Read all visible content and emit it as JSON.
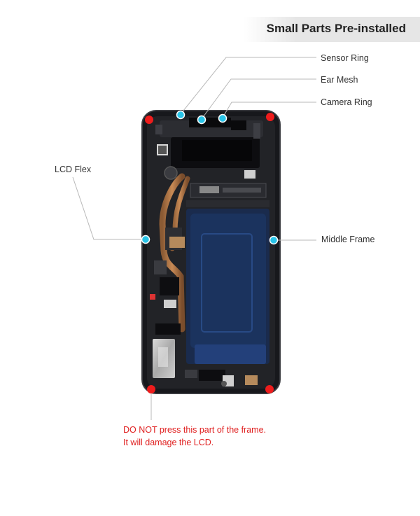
{
  "header": {
    "title": "Small Parts Pre-installed"
  },
  "callouts": {
    "sensor_ring": "Sensor Ring",
    "ear_mesh": "Ear Mesh",
    "camera_ring": "Camera Ring",
    "lcd_flex": "LCD Flex",
    "middle_frame": "Middle Frame"
  },
  "warning": {
    "line1": "DO NOT press this part of the frame.",
    "line2": "It will damage the LCD."
  },
  "colors": {
    "warning_dot": "#ee1c1c",
    "callout_dot": "#29c4e8",
    "warning_text": "#e02020",
    "frame": "#1a1b1f"
  },
  "icons": [
    "phone-frame-image",
    "warning-dot",
    "callout-dot"
  ]
}
